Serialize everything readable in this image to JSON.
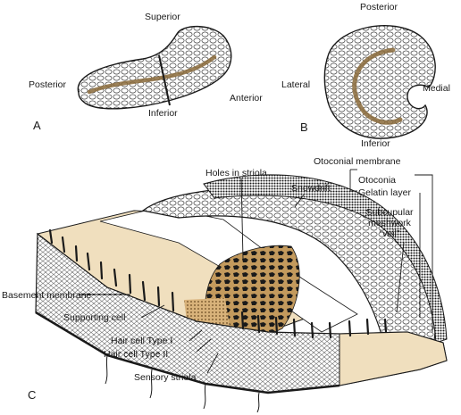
{
  "colors": {
    "ink": "#1a1a1a",
    "striola": "#8a6a3a",
    "sand": "#f0dfbe",
    "tan": "#e3c596",
    "paper": "#ffffff"
  },
  "panel_a": {
    "letter": "A",
    "labels": {
      "superior": "Superior",
      "posterior": "Posterior",
      "anterior": "Anterior",
      "inferior": "Inferior"
    }
  },
  "panel_b": {
    "letter": "B",
    "labels": {
      "posterior": "Posterior",
      "lateral": "Lateral",
      "medial": "Medial",
      "inferior": "Inferior"
    }
  },
  "panel_c": {
    "letter": "C",
    "labels": {
      "holes_in_striola": "Holes in striola",
      "snowdrift": "Snowdrift",
      "otoconial_membrane": "Otoconial membrane",
      "otoconia": "Otoconia",
      "gelatin_layer": "Gelatin layer",
      "subcupular_line1": "Subcupular",
      "subcupular_line2": "meshwork",
      "subcupular_line3": "“veil”",
      "basement_membrane": "Basement membrane",
      "supporting_cell": "Supporting cell",
      "hair_cell_type_1": "Hair cell Type I",
      "hair_cell_type_2": "Hair cell Type II",
      "sensory_striola": "Sensory striola"
    }
  }
}
